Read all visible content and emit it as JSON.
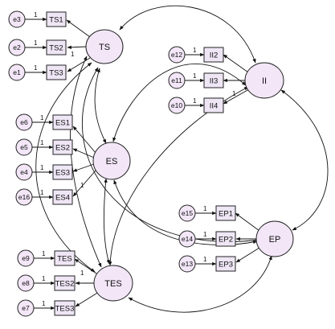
{
  "latents": [
    {
      "id": "TS",
      "label": "TS"
    },
    {
      "id": "II",
      "label": "II"
    },
    {
      "id": "ES",
      "label": "ES"
    },
    {
      "id": "EP",
      "label": "EP"
    },
    {
      "id": "TES",
      "label": "TES"
    }
  ],
  "indicators": [
    {
      "id": "TS1",
      "label": "TS1",
      "error": "e3",
      "factor": "TS"
    },
    {
      "id": "TS2",
      "label": "TS2",
      "error": "e2",
      "factor": "TS"
    },
    {
      "id": "TS3",
      "label": "TS3",
      "error": "e1",
      "factor": "TS"
    },
    {
      "id": "II2",
      "label": "II2",
      "error": "e12",
      "factor": "II"
    },
    {
      "id": "II3",
      "label": "II3",
      "error": "e11",
      "factor": "II"
    },
    {
      "id": "II4",
      "label": "II4",
      "error": "e10",
      "factor": "II"
    },
    {
      "id": "ES1",
      "label": "ES1",
      "error": "e6",
      "factor": "ES"
    },
    {
      "id": "ES2",
      "label": "ES2",
      "error": "e5",
      "factor": "ES"
    },
    {
      "id": "ES3",
      "label": "ES3",
      "error": "e4",
      "factor": "ES"
    },
    {
      "id": "ES4",
      "label": "ES4",
      "error": "e16",
      "factor": "ES"
    },
    {
      "id": "EP1",
      "label": "EP1",
      "error": "e15",
      "factor": "EP"
    },
    {
      "id": "EP2",
      "label": "EP2",
      "error": "e14",
      "factor": "EP"
    },
    {
      "id": "EP3",
      "label": "EP3",
      "error": "e13",
      "factor": "EP"
    },
    {
      "id": "TES1",
      "label": "TES",
      "error": "e9",
      "factor": "TES"
    },
    {
      "id": "TES2",
      "label": "TES2",
      "error": "e8",
      "factor": "TES"
    },
    {
      "id": "TES3",
      "label": "TES3",
      "error": "e7",
      "factor": "TES"
    }
  ],
  "fixed_loading_label": "1",
  "colors": {
    "node_fill": "#f2e6f7",
    "stroke": "#222222"
  }
}
